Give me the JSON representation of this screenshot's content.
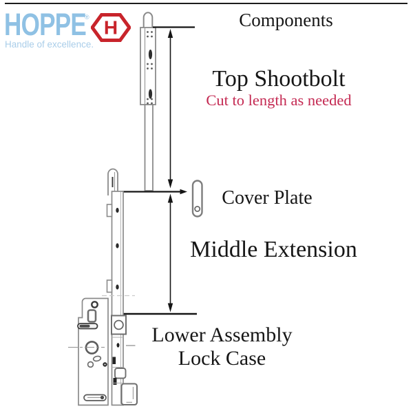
{
  "logo": {
    "brand": "HOPPE",
    "registered_mark": "®",
    "tagline": "Handle of excellence.",
    "hexagon_letter": "H"
  },
  "annotations": {
    "components": "Components",
    "top_shootbolt": "Top Shootbolt",
    "cut_note": "Cut to length as needed",
    "cover_plate": "Cover Plate",
    "middle_extension": "Middle Extension",
    "lower_assembly_line1": "Lower Assembly",
    "lower_assembly_line2": "Lock Case"
  },
  "colors": {
    "brand_blue": "#8fc1e4",
    "tagline_blue": "#a9cde9",
    "logo_red": "#c8242b",
    "note_red": "#c42952",
    "ink": "#161616",
    "drawing_gray": "#8a8a8a"
  }
}
